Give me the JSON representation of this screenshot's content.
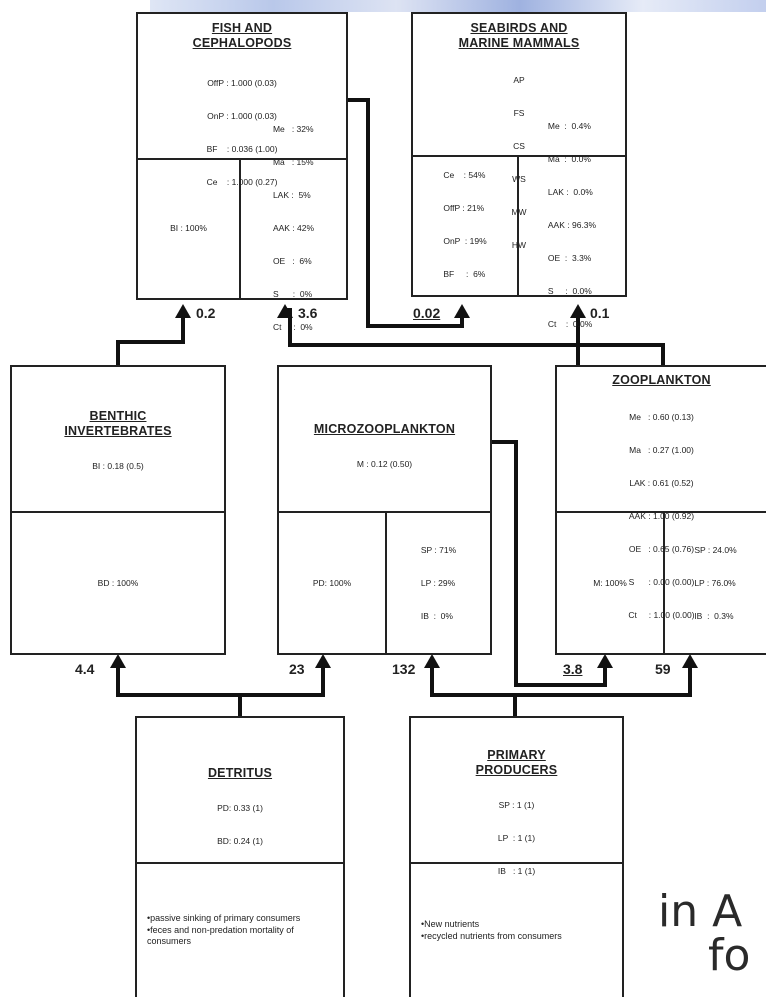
{
  "fish": {
    "title": "FISH AND\nCEPHALOPODS",
    "params": [
      "OffP : 1.000 (0.03)",
      "OnP : 1.000 (0.03)",
      "BF    : 0.036 (1.00)",
      "Ce    : 1.000 (0.27)"
    ],
    "left": [
      "BI : 100%"
    ],
    "right": [
      "Me   : 32%",
      "Ma   : 15%",
      "LAK :  5%",
      "AAK : 42%",
      "OE   :  6%",
      "S      :  0%",
      "Ct     :  0%"
    ]
  },
  "seabirds": {
    "title": "SEABIRDS AND\nMARINE MAMMALS",
    "params": [
      "AP",
      "FS",
      "CS",
      "WS",
      "MW",
      "HW"
    ],
    "left": [
      "Ce    : 54%",
      "OffP : 21%",
      "OnP  : 19%",
      "BF     :  6%"
    ],
    "right": [
      "Me  :  0.4%",
      "Ma  :  0.0%",
      "LAK :  0.0%",
      "AAK : 96.3%",
      "OE  :  3.3%",
      "S     :  0.0%",
      "Ct    :  0.0%"
    ]
  },
  "benthic": {
    "title": "BENTHIC\nINVERTEBRATES",
    "params": [
      "BI : 0.18 (0.5)"
    ],
    "bottom": [
      "BD : 100%"
    ]
  },
  "micro": {
    "title": "MICROZOOPLANKTON",
    "params": [
      "M : 0.12 (0.50)"
    ],
    "left": [
      "PD: 100%"
    ],
    "right": [
      "SP : 71%",
      "LP : 29%",
      "IB  :  0%"
    ]
  },
  "zoo": {
    "title": "ZOOPLANKTON",
    "params": [
      "Me   : 0.60 (0.13)",
      "Ma   : 0.27 (1.00)",
      "LAK : 0.61 (0.52)",
      "AAK : 1.00 (0.92)",
      "OE   : 0.65 (0.76)",
      "S      : 0.00 (0.00)",
      "Ct     : 1.00 (0.00)"
    ],
    "left": [
      "M: 100%"
    ],
    "right": [
      "SP : 24.0%",
      "LP : 76.0%",
      "IB  :  0.3%"
    ]
  },
  "detritus": {
    "title": "DETRITUS",
    "params": [
      "PD: 0.33 (1)",
      "BD: 0.24 (1)"
    ],
    "notes": "•passive sinking of primary consumers\n•feces and non-predation mortality of consumers"
  },
  "primary": {
    "title": "PRIMARY\nPRODUCERS",
    "params": [
      "SP : 1 (1)",
      "LP  : 1 (1)",
      "IB   : 1 (1)"
    ],
    "notes": "•New nutrients\n•recycled nutrients from consumers"
  },
  "flows": {
    "to_fish_left": "0.2",
    "to_fish_right": "3.6",
    "to_seabirds_left": "0.02",
    "to_seabirds_right": "0.1",
    "to_benthic": "4.4",
    "to_micro_left": "23",
    "to_micro_right": "132",
    "to_zoo_left": "3.8",
    "to_zoo_right": "59"
  },
  "overlay": {
    "line1": "in A",
    "line2": "fo"
  }
}
